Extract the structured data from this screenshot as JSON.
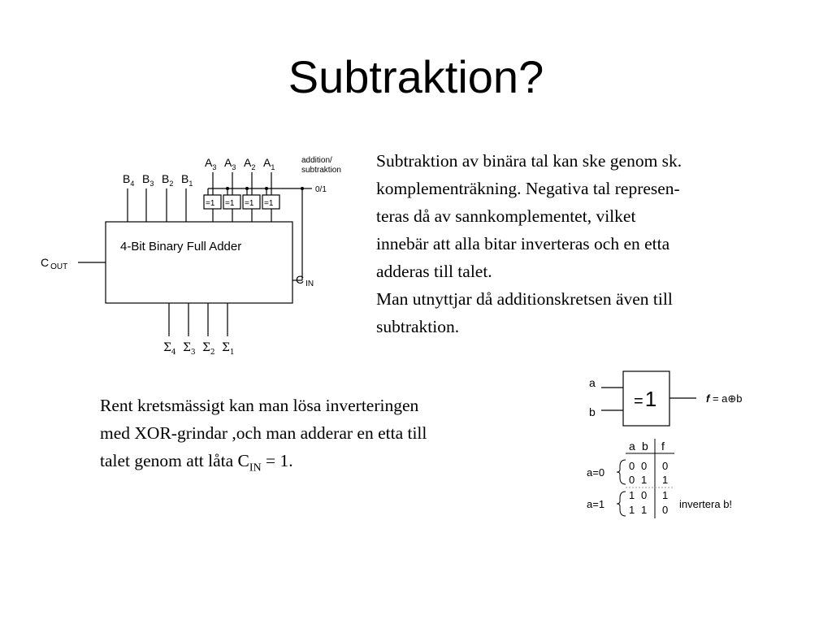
{
  "title": "Subtraktion?",
  "paragraph1": [
    "Subtraktion av binära tal kan ske genom sk.",
    "komplementräkning. Negativa tal represen-",
    "teras då av sannkomplementet, vilket",
    "innebär att alla bitar inverteras och en etta",
    "adderas till talet.",
    "Man utnyttjar då additionskretsen även till",
    "subtraktion."
  ],
  "paragraph2": {
    "line1": "Rent kretsmässigt kan man lösa inverteringen",
    "line2": "med XOR-grindar ,och man adderar en etta till",
    "line3_before": "talet genom att låta C",
    "line3_sub": "IN",
    "line3_after": " = 1."
  },
  "adder": {
    "label": "4-Bit Binary Full Adder",
    "a_inputs": [
      {
        "letter": "A",
        "index": "3"
      },
      {
        "letter": "A",
        "index": "3"
      },
      {
        "letter": "A",
        "index": "2"
      },
      {
        "letter": "A",
        "index": "1"
      }
    ],
    "b_inputs": [
      {
        "letter": "B",
        "index": "4"
      },
      {
        "letter": "B",
        "index": "3"
      },
      {
        "letter": "B",
        "index": "2"
      },
      {
        "letter": "B",
        "index": "1"
      }
    ],
    "xor_label": "=1",
    "control_label_1": "addition/",
    "control_label_2": "subtraktion",
    "control_value": "0/1",
    "cout": {
      "letter": "C",
      "sub": "OUT"
    },
    "cin": {
      "letter": "C",
      "sub": "IN"
    },
    "outputs": [
      {
        "letter": "Σ",
        "index": "4"
      },
      {
        "letter": "Σ",
        "index": "3"
      },
      {
        "letter": "Σ",
        "index": "2"
      },
      {
        "letter": "Σ",
        "index": "1"
      }
    ]
  },
  "xor_gate": {
    "input_a": "a",
    "input_b": "b",
    "symbol": "=1",
    "symbol_eq": "=",
    "symbol_one": "1",
    "output_f": "f",
    "output_expr": " = a⊕b"
  },
  "truth_table": {
    "headers": [
      "a",
      "b",
      "f"
    ],
    "groups": [
      {
        "label": "a=0",
        "rows": [
          [
            "0",
            "0",
            "0"
          ],
          [
            "0",
            "1",
            "1"
          ]
        ]
      },
      {
        "label": "a=1",
        "rows": [
          [
            "1",
            "0",
            "1"
          ],
          [
            "1",
            "1",
            "0"
          ]
        ]
      }
    ],
    "note": "invertera b!"
  }
}
